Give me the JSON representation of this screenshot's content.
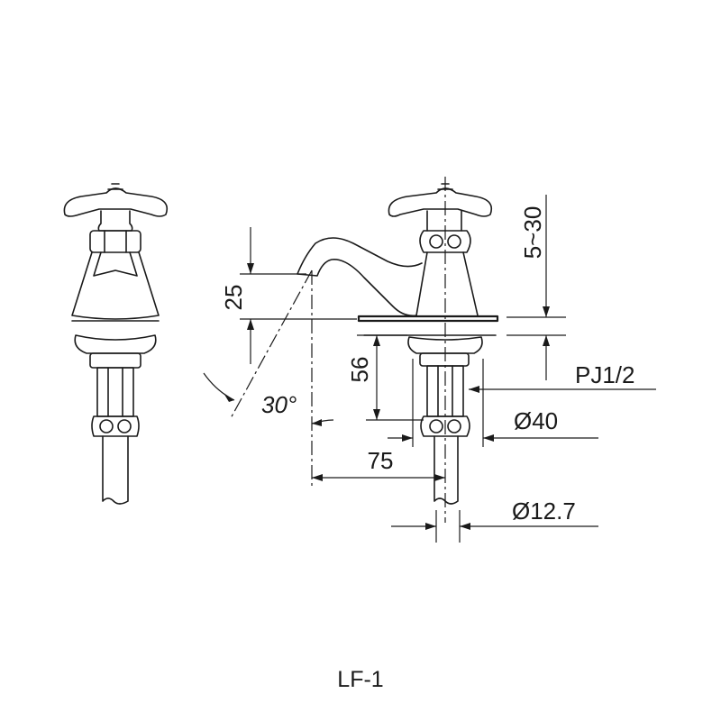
{
  "model_label": "LF-1",
  "dimensions": {
    "spout_height": "25",
    "deck_range": "5~30",
    "below_deck": "56",
    "thread": "PJ1/2",
    "flange_dia": "Ø40",
    "reach": "75",
    "pipe_dia": "Ø12.7",
    "angle": "30°"
  }
}
